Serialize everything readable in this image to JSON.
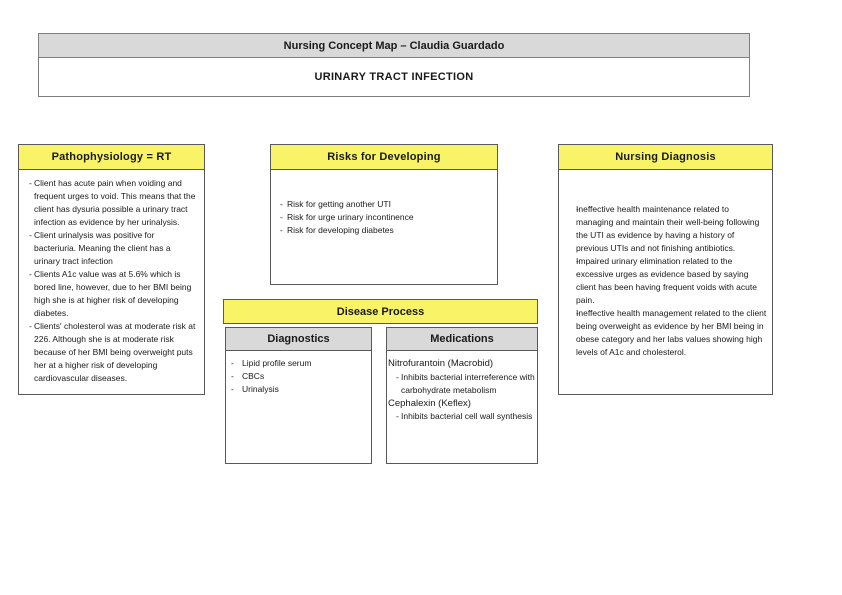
{
  "colors": {
    "yellow_header": "#f9f467",
    "gray_header": "#d9d9d9",
    "border": "#595959",
    "background": "#ffffff",
    "text": "#1a1a1a"
  },
  "bullets": {
    "dash": "-"
  },
  "header": {
    "title": "Nursing Concept Map – Claudia Guardado",
    "subtitle": "URINARY TRACT INFECTION"
  },
  "pathophysiology": {
    "title": "Pathophysiology = RT",
    "items": [
      "Client has acute pain when voiding and frequent urges to void. This means that the client has dysuria possible a urinary tract infection as evidence by her urinalysis.",
      "Client urinalysis was positive for bacteriuria. Meaning the client has a urinary tract infection",
      "Clients A1c value was at 5.6% which is bored line, however, due to her BMI being high she is at higher risk of developing diabetes.",
      "Clients' cholesterol was at moderate risk at 226. Although she is at moderate risk because of her BMI being overweight puts her at a higher risk of developing cardiovascular diseases."
    ]
  },
  "risks": {
    "title": "Risks for Developing",
    "items": [
      "Risk for getting another UTI",
      "Risk for urge urinary incontinence",
      "Risk for developing diabetes"
    ]
  },
  "diagnosis": {
    "title": "Nursing Diagnosis",
    "items": [
      "Ineffective health maintenance related to managing and maintain their well-being following the UTI as evidence by having a history of previous UTIs and not finishing antibiotics.",
      "Impaired urinary elimination related to the excessive urges as evidence based by saying client has been having frequent voids with acute pain.",
      "Ineffective health management related to the client being overweight as evidence by her BMI being in obese category and her labs values showing high levels of A1c and cholesterol."
    ]
  },
  "disease": {
    "title": "Disease Process",
    "diagnostics": {
      "title": "Diagnostics",
      "items": [
        "Lipid profile serum",
        "CBCs",
        "Urinalysis"
      ]
    },
    "medications": {
      "title": "Medications",
      "entries": [
        {
          "name": "Nitrofurantoin (Macrobid)",
          "effect": "Inhibits bacterial interreference with carbohydrate metabolism"
        },
        {
          "name": "Cephalexin (Keflex)",
          "effect": "Inhibits bacterial cell wall synthesis"
        }
      ]
    }
  }
}
